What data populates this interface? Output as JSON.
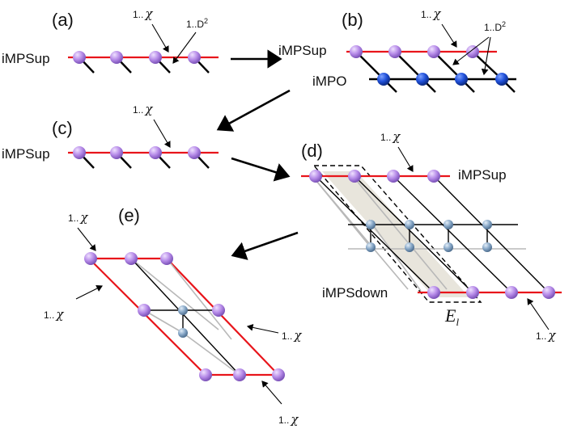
{
  "labels": {
    "panel_a": "(a)",
    "panel_b": "(b)",
    "panel_c": "(c)",
    "panel_d": "(d)",
    "panel_e": "(e)",
    "imps_up": "iMPSup",
    "impo": "iMPO",
    "imps_down": "iMPSdown",
    "bond_prefix": "1..",
    "chi": "χ",
    "d_prefix": "1..D",
    "d_exp": "2",
    "env_main": "E",
    "env_sub": "l"
  },
  "colors": {
    "chain_line": "#e8151b",
    "mps_site": "#b68be8",
    "mpo_site": "#1f4fd8",
    "env_site": "#87a7c7",
    "shade": "#e4e1d6"
  }
}
